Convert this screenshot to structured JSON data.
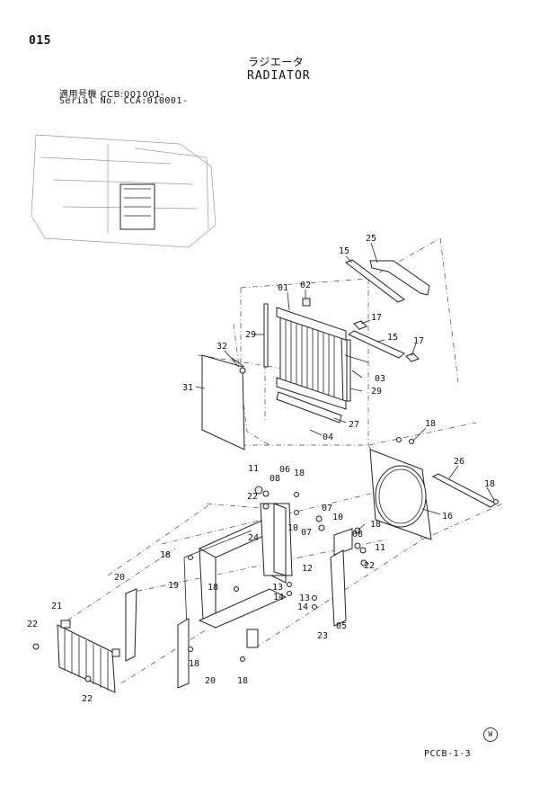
{
  "page_number": "015",
  "title_jp": "ラジエータ",
  "title_en": "RADIATOR",
  "applicability_jp": "適用号機 CCB:001001-",
  "applicability_en": "Serial No. CCA:010001-",
  "footer_code": "PCCB-1-3",
  "watermark_symbol": "W",
  "callouts": {
    "c01": "01",
    "c02": "02",
    "c03": "03",
    "c04": "04",
    "c05": "05",
    "c06": "06",
    "c07a": "07",
    "c07b": "07",
    "c08a": "08",
    "c08b": "08",
    "c10a": "10",
    "c10b": "10",
    "c11a": "11",
    "c11b": "11",
    "c12": "12",
    "c13a": "13",
    "c13b": "13",
    "c14a": "14",
    "c14b": "14",
    "c15a": "15",
    "c15b": "15",
    "c16": "16",
    "c17a": "17",
    "c17b": "17",
    "c18a": "18",
    "c18b": "18",
    "c18c": "18",
    "c18d": "18",
    "c18e": "18",
    "c18f": "18",
    "c18g": "18",
    "c18h": "18",
    "c19": "19",
    "c20a": "20",
    "c20b": "20",
    "c21": "21",
    "c22a": "22",
    "c22b": "22",
    "c22c": "22",
    "c22d": "22",
    "c23": "23",
    "c24": "24",
    "c25": "25",
    "c26": "26",
    "c27": "27",
    "c29a": "29",
    "c29b": "29",
    "c31": "31",
    "c32": "32"
  }
}
